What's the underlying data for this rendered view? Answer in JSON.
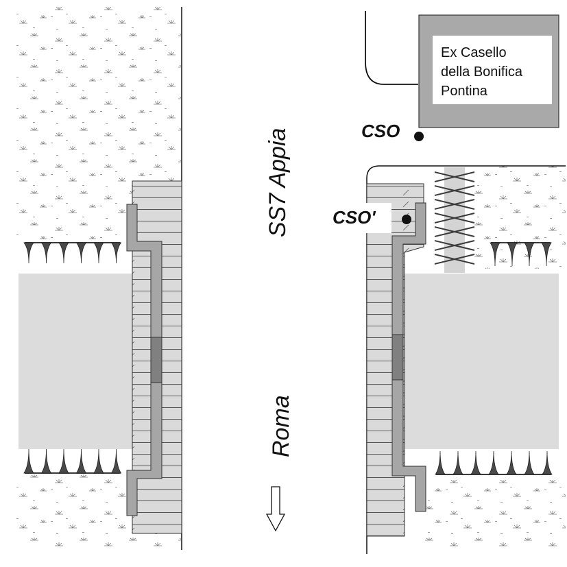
{
  "building": {
    "lines": [
      "Ex Casello",
      "della Bonifica",
      "Pontina"
    ]
  },
  "points": {
    "cso": "CSO",
    "cso_prime": "CSO'"
  },
  "road": {
    "name": "SS7 Appia",
    "direction": "Roma",
    "arrow_icon": "down-arrow-icon"
  },
  "colors": {
    "river": "#dcdcdc",
    "building_wall": "#a9a9a9",
    "bridge_deck": "#d8d8d8",
    "bridge_parapet": "#a6a6a6",
    "bridge_joint": "#808080",
    "vegetation": "#666666",
    "spikes": "#3a3a3a"
  }
}
